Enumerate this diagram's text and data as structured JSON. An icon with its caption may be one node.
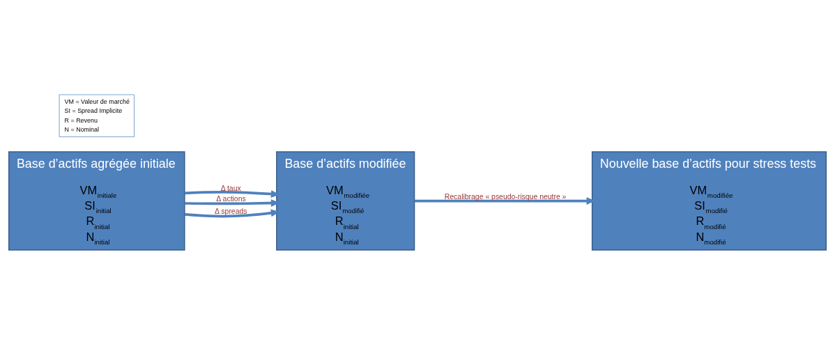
{
  "diagram": {
    "nodes": [
      {
        "text": [
          "Base d’actifs agrégée initiale",
          "VM$_{initiale}$",
          "SI$_{initial}$",
          "R$_{initial}$",
          "N$_{initial}$"
        ]
      },
      {
        "text": [
          "Base d’actifs modifiée",
          "VM$_{modifiée}$",
          "SI$_{modifié}$",
          "R$_{initial}$",
          "N$_{initial}$"
        ]
      },
      {
        "text": [
          "Nouvelle base d’actifs pour stress tests",
          "VM$_{modifiée}$",
          "SI$_{modifié}$",
          "R$_{modifié}$",
          "N$_{modifié}$"
        ]
      },
      {
        "text": [
          "VM = Valeur de marché",
          "SI = Spread Implicite",
          "R = Revenu",
          "N = Nominal"
        ]
      }
    ],
    "edges": [
      {
        "from": 0,
        "to": 1,
        "arrow": "to",
        "label": "Δ taux"
      },
      {
        "from": 0,
        "to": 1,
        "arrow": "to",
        "label": "Δ actions"
      },
      {
        "from": 0,
        "to": 1,
        "arrow": "to",
        "label": "Δ spreads"
      },
      {
        "from": 1,
        "to": 2,
        "arrow": "to",
        "label": "Recalibrage « pseudo-risque neutre »"
      }
    ]
  }
}
